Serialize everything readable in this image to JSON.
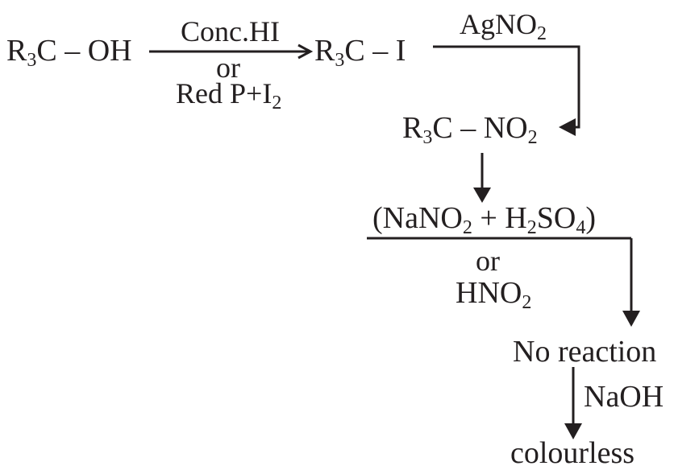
{
  "reactant": {
    "r": "R",
    "r_sub": "3",
    "rest": "C – OH"
  },
  "step1": {
    "reagent_top": "Conc.HI",
    "or": "or",
    "reagent_bottom_main": "Red P+I",
    "reagent_bottom_sub": "2"
  },
  "iodide": {
    "r": "R",
    "r_sub": "3",
    "rest": "C – I"
  },
  "step2": {
    "reagent_main": "AgNO",
    "reagent_sub": "2"
  },
  "nitro": {
    "r": "R",
    "r_sub": "3",
    "mid": "C – NO",
    "end_sub": "2"
  },
  "step3": {
    "p_open": "(NaNO",
    "p_sub1": "2",
    "p_mid": " + H",
    "p_sub2": "2",
    "p_so": "SO",
    "p_sub3": "4",
    "p_close": ")",
    "or": "or",
    "alt_main": "HNO",
    "alt_sub": "2"
  },
  "result1": {
    "text": "No reaction"
  },
  "step4": {
    "reagent": "NaOH"
  },
  "result2": {
    "text": "colourless"
  },
  "colors": {
    "ink": "#231f20",
    "background": "#ffffff"
  }
}
